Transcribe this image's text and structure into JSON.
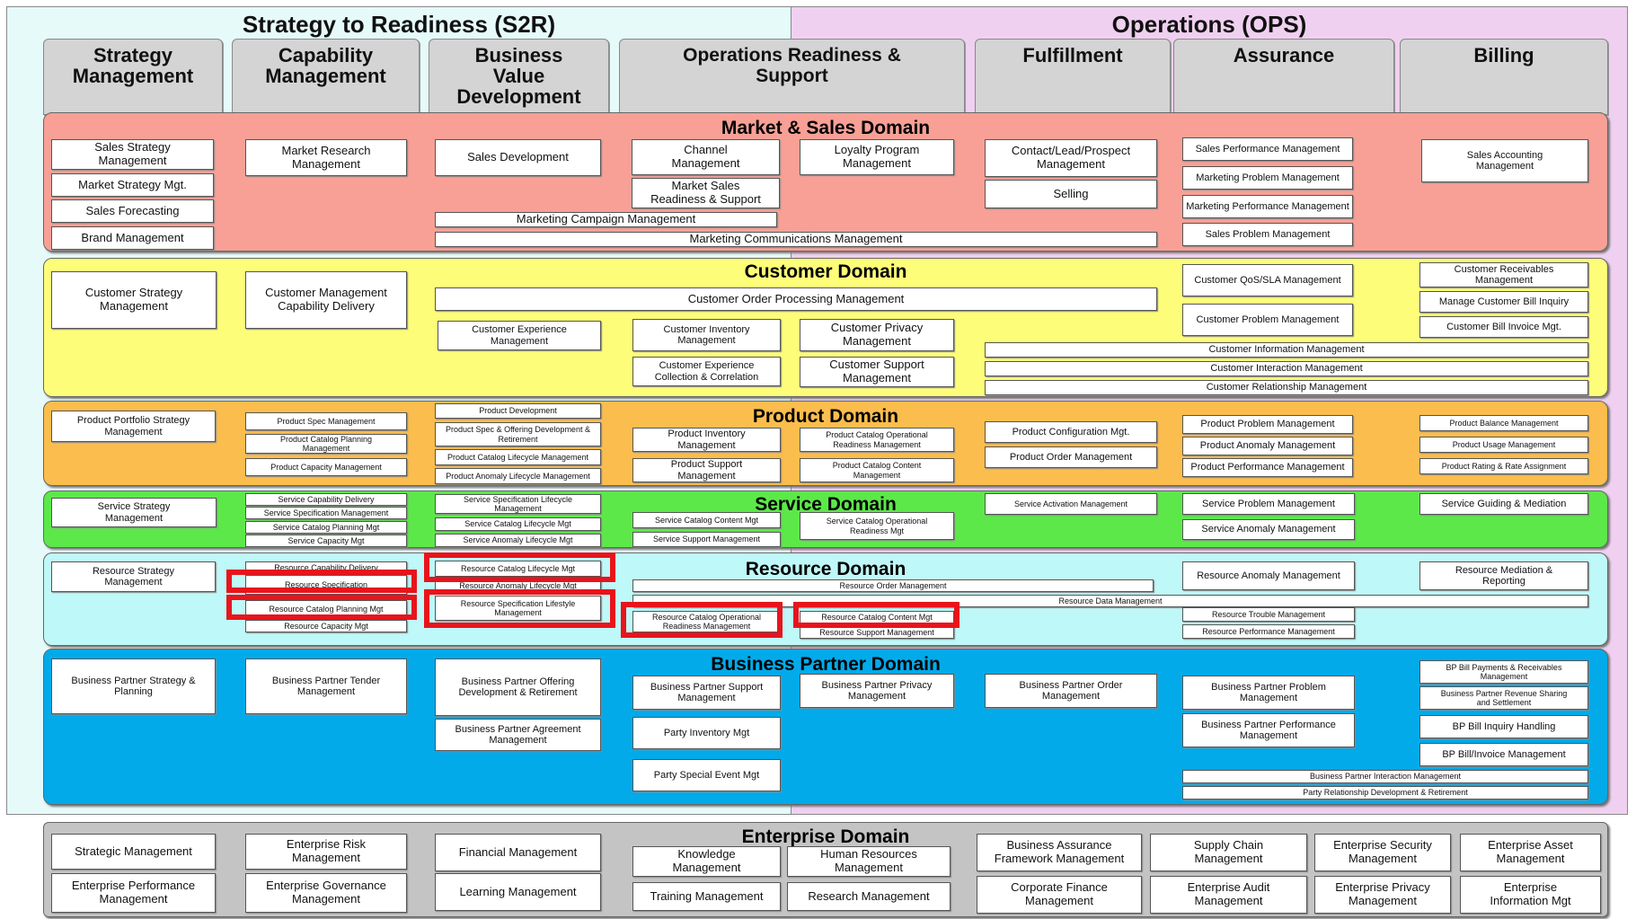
{
  "regions": {
    "s2r": "Strategy to Readiness (S2R)",
    "ops": "Operations (OPS)"
  },
  "columns": [
    "Strategy\nManagement",
    "Capability\nManagement",
    "Business\nValue\nDevelopment",
    "Operations Readiness &\nSupport",
    "Fulfillment",
    "Assurance",
    "Billing"
  ],
  "domains": {
    "market": {
      "title": "Market & Sales Domain",
      "color": "#f8a096",
      "boxes": [
        "Sales Strategy\nManagement",
        "Market Strategy Mgt.",
        "Sales Forecasting",
        "Brand Management",
        "Market Research\nManagement",
        "Sales Development",
        "Channel\nManagement",
        "Market Sales\nReadiness & Support",
        "Loyalty Program\nManagement",
        "Marketing Campaign Management",
        "Marketing Communications Management",
        "Contact/Lead/Prospect\nManagement",
        "Selling",
        "Sales Performance Management",
        "Marketing Problem Management",
        "Marketing Performance Management",
        "Sales Problem Management",
        "Sales Accounting\nManagement"
      ]
    },
    "customer": {
      "title": "Customer Domain",
      "color": "#fdfd7a",
      "boxes": [
        "Customer Strategy\nManagement",
        "Customer Management\nCapability Delivery",
        "Customer Order Processing Management",
        "Customer Experience\nManagement",
        "Customer Inventory\nManagement",
        "Customer Privacy\nManagement",
        "Customer Experience\nCollection & Correlation",
        "Customer Support\nManagement",
        "Customer QoS/SLA Management",
        "Customer Problem Management",
        "Customer Receivables\nManagement",
        "Manage Customer Bill Inquiry",
        "Customer Bill Invoice Mgt.",
        "Customer Information Management",
        "Customer Interaction Management",
        "Customer Relationship Management"
      ]
    },
    "product": {
      "title": "Product Domain",
      "color": "#fbbd4d",
      "boxes": [
        "Product Portfolio Strategy\nManagement",
        "Product Spec Management",
        "Product Catalog Planning\nManagement",
        "Product Capacity Management",
        "Product Development",
        "Product Spec & Offering Development &\nRetirement",
        "Product Catalog Lifecycle Management",
        "Product Anomaly Lifecycle Management",
        "Product Inventory\nManagement",
        "Product Support\nManagement",
        "Product Catalog Operational\nReadiness Management",
        "Product Catalog Content\nManagement",
        "Product Configuration Mgt.",
        "Product Order Management",
        "Product Problem Management",
        "Product Anomaly Management",
        "Product Performance Management",
        "Product Balance Management",
        "Product Usage Management",
        "Product Rating & Rate Assignment"
      ]
    },
    "service": {
      "title": "Service Domain",
      "color": "#5de84a",
      "boxes": [
        "Service Strategy\nManagement",
        "Service Capability Delivery",
        "Service Specification Management",
        "Service Catalog Planning Mgt",
        "Service Capacity Mgt",
        "Service Specification Lifecycle\nManagement",
        "Service Catalog Lifecycle Mgt",
        "Service Anomaly Lifecycle Mgt",
        "Service Catalog Content Mgt",
        "Service Support Management",
        "Service Catalog Operational\nReadiness Mgt",
        "Service Activation Management",
        "Service Problem Management",
        "Service Anomaly Management",
        "Service Guiding & Mediation"
      ]
    },
    "resource": {
      "title": "Resource Domain",
      "color": "#bff8f8",
      "boxes": [
        "Resource Strategy\nManagement",
        "Resource Capability Delivery",
        "Resource Specification",
        "Resource Catalog Planning Mgt",
        "Resource Capacity Mgt",
        "Resource Catalog Lifecycle Mgt",
        "Resource Anomaly Lifecycle Mgt",
        "Resource Specification Lifestyle\nManagement",
        "Resource Order Management",
        "Resource Data Management",
        "Resource Catalog Operational\nReadiness Management",
        "Resource Catalog Content Mgt",
        "Resource Support Management",
        "Resource Anomaly Management",
        "Resource Trouble Management",
        "Resource Performance Management",
        "Resource Mediation &\nReporting"
      ]
    },
    "partner": {
      "title": "Business Partner Domain",
      "color": "#03aaea",
      "boxes": [
        "Business Partner Strategy &\nPlanning",
        "Business Partner Tender\nManagement",
        "Business Partner Offering\nDevelopment & Retirement",
        "Business Partner Agreement\nManagement",
        "Business Partner Support\nManagement",
        "Party Inventory Mgt",
        "Party Special Event Mgt",
        "Business Partner Privacy\nManagement",
        "Business Partner Order\nManagement",
        "Business Partner Problem\nManagement",
        "Business Partner Performance\nManagement",
        "BP Bill Payments & Receivables\nManagement",
        "Business Partner Revenue Sharing\nand Settlement",
        "BP Bill Inquiry Handling",
        "BP Bill/Invoice Management",
        "Business Partner Interaction Management",
        "Party Relationship Development & Retirement"
      ]
    },
    "enterprise": {
      "title": "Enterprise Domain",
      "color": "#c4c4c4",
      "boxes": [
        "Strategic Management",
        "Enterprise Performance\nManagement",
        "Enterprise Risk\nManagement",
        "Enterprise Governance\nManagement",
        "Financial Management",
        "Learning Management",
        "Knowledge\nManagement",
        "Training Management",
        "Human Resources\nManagement",
        "Research Management",
        "Business Assurance\nFramework Management",
        "Corporate Finance\nManagement",
        "Supply Chain\nManagement",
        "Enterprise Audit\nManagement",
        "Enterprise Security\nManagement",
        "Enterprise Privacy\nManagement",
        "Enterprise Asset\nManagement",
        "Enterprise\nInformation Mgt"
      ]
    }
  },
  "colors": {
    "s2r_bg": "#e6fafa",
    "ops_bg": "#f0d0f0",
    "column_header": "#d4d4d4",
    "highlight": "#e8141c"
  }
}
